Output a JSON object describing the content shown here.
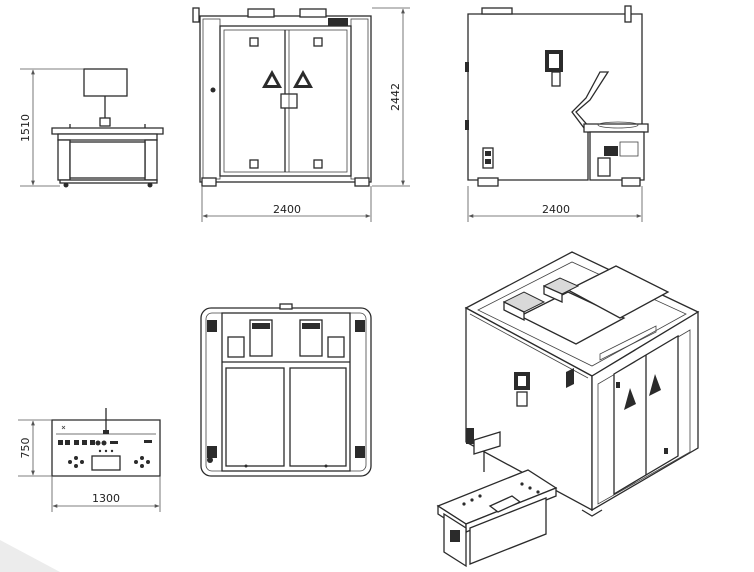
{
  "dimensions": {
    "console_height": "1510",
    "front_height": "2442",
    "front_width": "2400",
    "side_width": "2400",
    "console_depth": "750",
    "console_width": "1300"
  },
  "colors": {
    "line": "#2b2b2b",
    "background": "#ffffff",
    "corner_shade": "#ececec"
  },
  "icons": [
    "hazard-triangle-icon",
    "control-knob-icon"
  ]
}
